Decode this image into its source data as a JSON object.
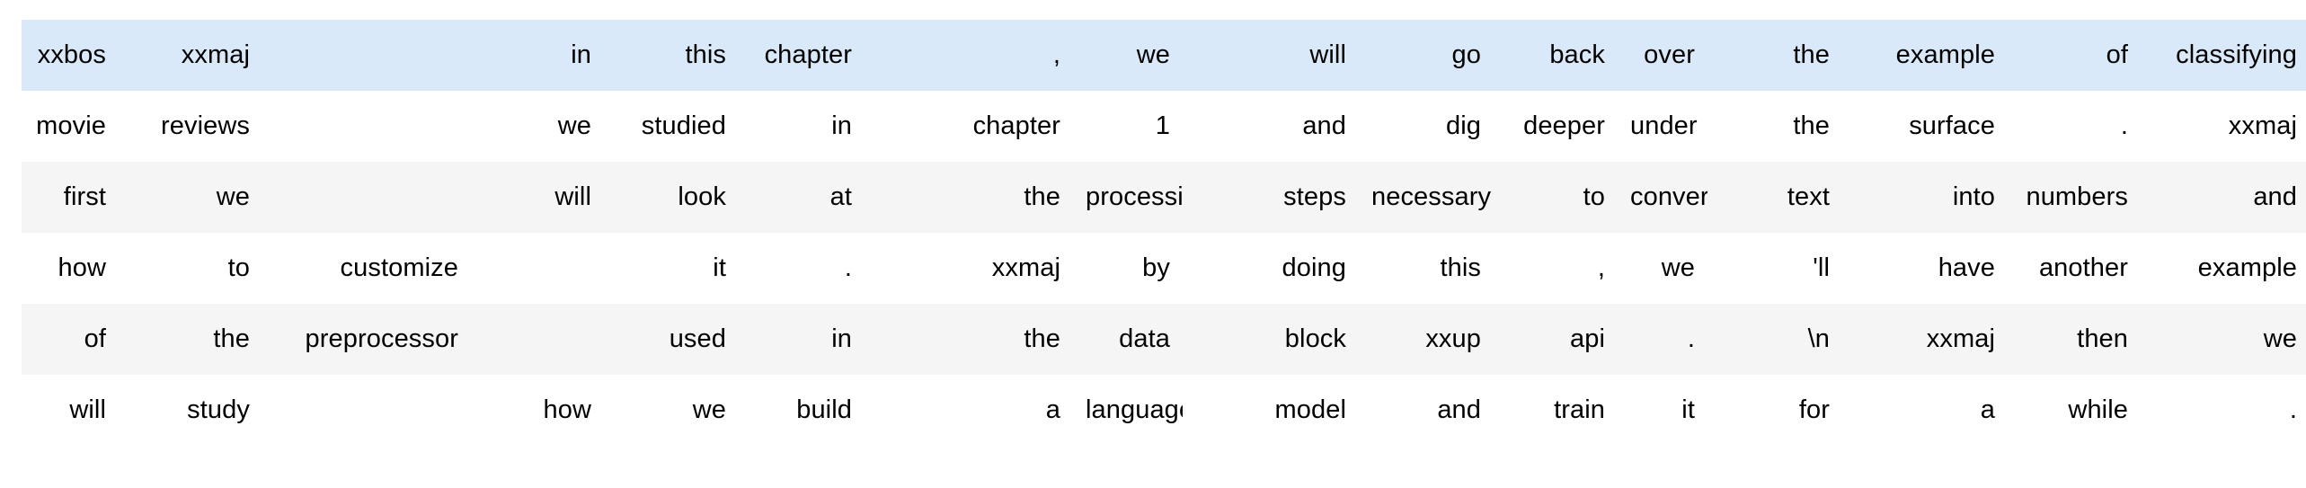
{
  "table": {
    "kind": "tokenized-text-grid",
    "row_count": 6,
    "column_count": 16,
    "colors": {
      "page_background": "#ffffff",
      "row_highlight": "#d9e9f9",
      "row_plain": "#ffffff",
      "row_alt": "#f5f5f5",
      "text": "#000000"
    },
    "rows": [
      {
        "style": "row-highlight",
        "cells": [
          "xxbos",
          "xxmaj",
          "in",
          "this",
          "chapter",
          ",",
          "we",
          "will",
          "go",
          "back",
          "over",
          "the",
          "example",
          "of",
          "classifying"
        ]
      },
      {
        "style": "row-plain",
        "cells": [
          "movie",
          "reviews",
          "we",
          "studied",
          "in",
          "chapter",
          "1",
          "and",
          "dig",
          "deeper",
          "under",
          "the",
          "surface",
          ".",
          "xxmaj"
        ]
      },
      {
        "style": "row-alt",
        "cells": [
          "first",
          "we",
          "will",
          "look",
          "at",
          "the",
          "processing",
          "steps",
          "necessary",
          "to",
          "convert",
          "text",
          "into",
          "numbers",
          "and"
        ]
      },
      {
        "style": "row-plain",
        "cells": [
          "how",
          "to",
          "customize",
          "it",
          ".",
          "xxmaj",
          "by",
          "doing",
          "this",
          ",",
          "we",
          "'ll",
          "have",
          "another",
          "example"
        ]
      },
      {
        "style": "row-alt",
        "cells": [
          "of",
          "the",
          "preprocessor",
          "used",
          "in",
          "the",
          "data",
          "block",
          "xxup",
          "api",
          ".",
          "\\n",
          "xxmaj",
          "then",
          "we"
        ]
      },
      {
        "style": "row-plain",
        "cells": [
          "will",
          "study",
          "how",
          "we",
          "build",
          "a",
          "language",
          "model",
          "and",
          "train",
          "it",
          "for",
          "a",
          "while",
          "."
        ]
      }
    ],
    "grid": [
      [
        "xxbos",
        "xxmaj",
        "",
        "in",
        "this",
        "chapter",
        ",",
        "we",
        "will",
        "go",
        "back",
        "over",
        "the",
        "example",
        "of",
        "classifying"
      ],
      [
        "movie",
        "reviews",
        "",
        "we",
        "studied",
        "in",
        "chapter",
        "1",
        "and",
        "dig",
        "deeper",
        "under",
        "the",
        "surface",
        ".",
        "xxmaj"
      ],
      [
        "first",
        "we",
        "",
        "will",
        "look",
        "at",
        "the",
        "processing",
        "steps",
        "necessary",
        "to",
        "convert",
        "text",
        "into",
        "numbers",
        "and"
      ],
      [
        "how",
        "to",
        "customize",
        "",
        "it",
        ".",
        "xxmaj",
        "by",
        "doing",
        "this",
        ",",
        "we",
        "'ll",
        "have",
        "another",
        "example"
      ],
      [
        "of",
        "the",
        "preprocessor",
        "",
        "used",
        "in",
        "the",
        "data",
        "block",
        "xxup",
        "api",
        ".",
        "\\n",
        "xxmaj",
        "then",
        "we"
      ],
      [
        "will",
        "study",
        "",
        "how",
        "we",
        "build",
        "a",
        "language",
        "model",
        "and",
        "train",
        "it",
        "for",
        "a",
        "while",
        "."
      ]
    ]
  }
}
